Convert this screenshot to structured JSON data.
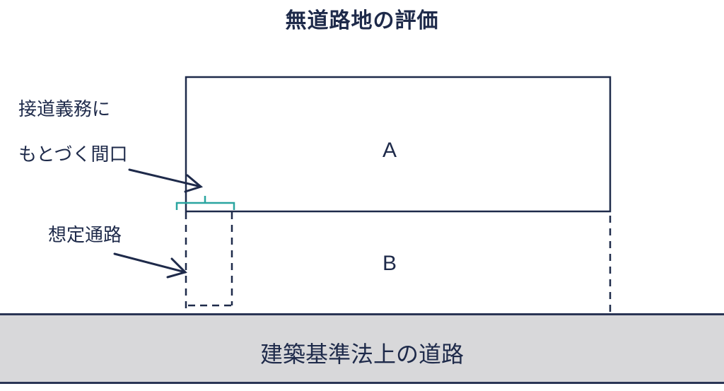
{
  "title": "無道路地の評価",
  "lots": {
    "a_label": "A",
    "b_label": "B"
  },
  "annotations": {
    "frontage_line1": "接道義務に",
    "frontage_line2": "もとづく間口",
    "assumed_road": "想定通路"
  },
  "road": {
    "label": "建築基準法上の道路"
  },
  "colors": {
    "line": "#1e2a4a",
    "bracket": "#2aa5a0",
    "road_fill": "#d8d8da"
  }
}
